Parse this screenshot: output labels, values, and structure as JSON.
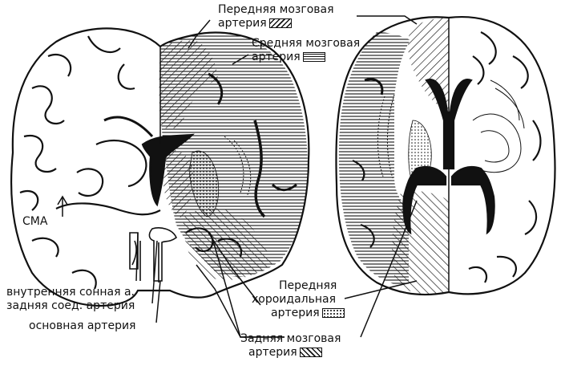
{
  "labels": {
    "aca_line1": "Передняя мозговая",
    "aca_line2": "артерия",
    "mca_line1": "Средняя мозговая",
    "mca_line2": "артерия",
    "acho_line1": "Передняя",
    "acho_line2": "хороидальная",
    "acho_line3": "артерия",
    "pca_line1": "Задняя мозговая",
    "pca_line2": "артерия",
    "cma": "СМА",
    "ica": "внутренняя сонная а.",
    "pcomm": "задняя соед. артерия",
    "basilar": "основная артерия"
  },
  "legend_patterns": {
    "aca": "diagonal-hatch-left",
    "mca": "horizontal-lines",
    "acho": "dotted",
    "pca": "diagonal-hatch-right"
  },
  "colors": {
    "ink": "#111111",
    "background": "#ffffff"
  }
}
